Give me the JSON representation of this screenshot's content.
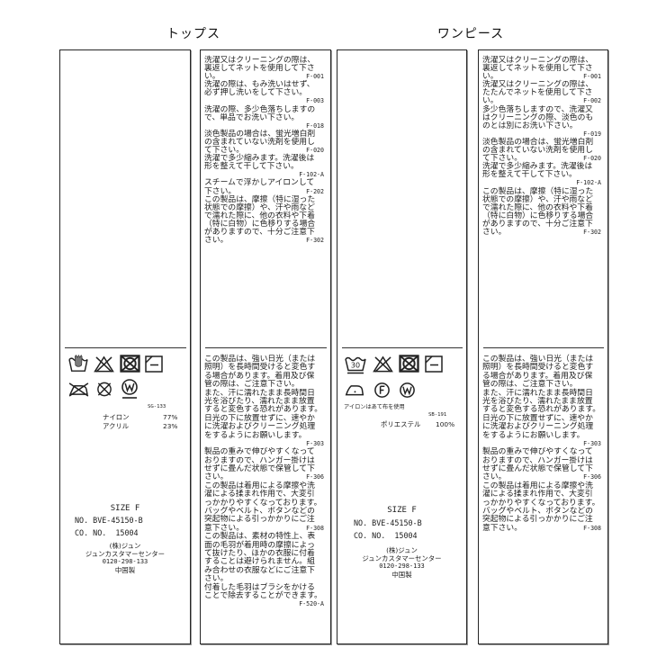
{
  "tops": {
    "title": "トップス",
    "care_label": {
      "care_symbols": [
        "hand-wash",
        "do-not-bleach",
        "do-not-tumble-dry",
        "dry-flat-in-shade",
        "do-not-iron",
        "do-not-dry-clean",
        "wet-clean-gentle"
      ],
      "material_code": "SG-133",
      "materials": [
        {
          "name": "ナイロン",
          "percent": "77%"
        },
        {
          "name": "アクリル",
          "percent": "23%"
        }
      ],
      "size": "SIZE F",
      "product_no": "NO. BVE-45150-B",
      "co_no": "CO. NO.  15004",
      "company": "(株)ジュン",
      "customer_center": "ジュンカスタマーセンター",
      "phone": "0120-298-133",
      "origin": "中国製"
    },
    "notes_label": {
      "upper": [
        {
          "text": "洗濯又はクリーニングの際は、",
          "code": ""
        },
        {
          "text": "裏返してネットを使用して下さ",
          "code": ""
        },
        {
          "text": "い。",
          "code": "F-001"
        },
        {
          "text": "洗濯の際は、もみ洗いはせず、",
          "code": ""
        },
        {
          "text": "必ず押し洗いをして下さい。",
          "code": ""
        },
        {
          "text": "",
          "code": "F-003"
        },
        {
          "text": "洗濯の際、多少色落ちしますの",
          "code": ""
        },
        {
          "text": "で、単品でお洗い下さい。",
          "code": ""
        },
        {
          "text": "",
          "code": "F-018"
        },
        {
          "text": "淡色製品の場合は、蛍光増白剤",
          "code": ""
        },
        {
          "text": "の含まれていない洗剤を使用し",
          "code": ""
        },
        {
          "text": "て下さい。",
          "code": "F-020"
        },
        {
          "text": "洗濯で多少縮みます。洗濯後は",
          "code": ""
        },
        {
          "text": "形を整えて干して下さい。",
          "code": ""
        },
        {
          "text": "",
          "code": "F-102-A"
        },
        {
          "text": "スチームで浮かしアイロンして",
          "code": ""
        },
        {
          "text": "下さい。",
          "code": "F-202"
        },
        {
          "text": "この製品は、摩擦（特に湿った",
          "code": ""
        },
        {
          "text": "状態での摩擦）や、汗や雨など",
          "code": ""
        },
        {
          "text": "で濡れた際に、他の衣料や下着",
          "code": ""
        },
        {
          "text": "（特に白物）に色移りする場合",
          "code": ""
        },
        {
          "text": "がありますので、十分ご注意下",
          "code": ""
        },
        {
          "text": "さい。",
          "code": "F-302"
        }
      ],
      "lower": [
        {
          "text": "この製品は、強い日光（または",
          "code": ""
        },
        {
          "text": "照明）を長時間受けると変色す",
          "code": ""
        },
        {
          "text": "る場合があります。着用及び保",
          "code": ""
        },
        {
          "text": "管の際は、ご注意下さい。",
          "code": ""
        },
        {
          "text": "また、汗に濡れたまま長時間日",
          "code": ""
        },
        {
          "text": "光を浴びたり、濡れたまま放置",
          "code": ""
        },
        {
          "text": "すると変色する恐れがあります。",
          "code": ""
        },
        {
          "text": "日光の下に放置せずに、速やか",
          "code": ""
        },
        {
          "text": "に洗濯およびクリーニング処理",
          "code": ""
        },
        {
          "text": "をするようにお願いします。",
          "code": ""
        },
        {
          "text": "",
          "code": "F-303"
        },
        {
          "text": "製品の重みで伸びやすくなって",
          "code": ""
        },
        {
          "text": "おりますので、ハンガー掛けは",
          "code": ""
        },
        {
          "text": "せずに畳んだ状態で保管して下",
          "code": ""
        },
        {
          "text": "さい。",
          "code": "F-306"
        },
        {
          "text": "この製品は着用による摩擦や洗",
          "code": ""
        },
        {
          "text": "濯による揉まれ作用で、大変引",
          "code": ""
        },
        {
          "text": "っかかりやすくなっております。",
          "code": ""
        },
        {
          "text": "バッグやベルト、ボタンなどの",
          "code": ""
        },
        {
          "text": "突起物による引っかかりにご注",
          "code": ""
        },
        {
          "text": "意下さい。",
          "code": "F-308"
        },
        {
          "text": "この製品は、素材の特性上、表",
          "code": ""
        },
        {
          "text": "面の毛羽が着用時の摩擦によっ",
          "code": ""
        },
        {
          "text": "て抜けたり、ほかの衣服に付着",
          "code": ""
        },
        {
          "text": "することは避けられません。組",
          "code": ""
        },
        {
          "text": "み合わせの衣服などにご注意下",
          "code": ""
        },
        {
          "text": "さい。",
          "code": ""
        },
        {
          "text": "付着した毛羽はブラシをかける",
          "code": ""
        },
        {
          "text": "ことで除去することができます。",
          "code": ""
        },
        {
          "text": "",
          "code": "F-520-A"
        }
      ]
    }
  },
  "onepiece": {
    "title": "ワンピース",
    "care_label": {
      "care_symbols": [
        "wash-30-gentle",
        "do-not-bleach",
        "do-not-tumble-dry",
        "dry-flat-in-shade",
        "iron-low",
        "dry-clean-petroleum",
        "wet-clean"
      ],
      "wash_temperature": "30",
      "iron_note": "アイロンはあて布を使用",
      "material_code": "SB-191",
      "materials": [
        {
          "name": "ポリエステル",
          "percent": "100%"
        }
      ],
      "size": "SIZE F",
      "product_no": "NO. BVE-45150-B",
      "co_no": "CO. NO.  15004",
      "company": "(株)ジュン",
      "customer_center": "ジュンカスタマーセンター",
      "phone": "0120-298-133",
      "origin": "中国製"
    },
    "notes_label": {
      "upper": [
        {
          "text": "洗濯又はクリーニングの際は、",
          "code": ""
        },
        {
          "text": "裏返してネットを使用して下さ",
          "code": ""
        },
        {
          "text": "い。",
          "code": "F-001"
        },
        {
          "text": "洗濯又はクリーニングの際は、",
          "code": ""
        },
        {
          "text": "たたんでネットを使用して下さ",
          "code": ""
        },
        {
          "text": "い。",
          "code": "F-002"
        },
        {
          "text": "多少色落ちしますので、洗濯又",
          "code": ""
        },
        {
          "text": "はクリーニングの際、淡色のも",
          "code": ""
        },
        {
          "text": "のとは別にお洗い下さい。",
          "code": ""
        },
        {
          "text": "",
          "code": "F-019"
        },
        {
          "text": "淡色製品の場合は、蛍光増白剤",
          "code": ""
        },
        {
          "text": "の含まれていない洗剤を使用し",
          "code": ""
        },
        {
          "text": "て下さい。",
          "code": "F-020"
        },
        {
          "text": "洗濯で多少縮みます。洗濯後は",
          "code": ""
        },
        {
          "text": "形を整えて干して下さい。",
          "code": ""
        },
        {
          "text": "",
          "code": "F-102-A"
        },
        {
          "text": "この製品は、摩擦（特に湿った",
          "code": ""
        },
        {
          "text": "状態での摩擦）や、汗や雨など",
          "code": ""
        },
        {
          "text": "で濡れた際に、他の衣料や下着",
          "code": ""
        },
        {
          "text": "（特に白物）に色移りする場合",
          "code": ""
        },
        {
          "text": "がありますので、十分ご注意下",
          "code": ""
        },
        {
          "text": "さい。",
          "code": "F-302"
        }
      ],
      "lower": [
        {
          "text": "この製品は、強い日光（または",
          "code": ""
        },
        {
          "text": "照明）を長時間受けると変色す",
          "code": ""
        },
        {
          "text": "る場合があります。着用及び保",
          "code": ""
        },
        {
          "text": "管の際は、ご注意下さい。",
          "code": ""
        },
        {
          "text": "また、汗に濡れたまま長時間日",
          "code": ""
        },
        {
          "text": "光を浴びたり、濡れたまま放置",
          "code": ""
        },
        {
          "text": "すると変色する恐れがあります。",
          "code": ""
        },
        {
          "text": "日光の下に放置せずに、速やか",
          "code": ""
        },
        {
          "text": "に洗濯およびクリーニング処理",
          "code": ""
        },
        {
          "text": "をするようにお願いします。",
          "code": ""
        },
        {
          "text": "",
          "code": "F-303"
        },
        {
          "text": "製品の重みで伸びやすくなって",
          "code": ""
        },
        {
          "text": "おりますので、ハンガー掛けは",
          "code": ""
        },
        {
          "text": "せずに畳んだ状態で保管して下",
          "code": ""
        },
        {
          "text": "さい。",
          "code": "F-306"
        },
        {
          "text": "この製品は着用による摩擦や洗",
          "code": ""
        },
        {
          "text": "濯による揉まれ作用で、大変引",
          "code": ""
        },
        {
          "text": "っかかりやすくなっております。",
          "code": ""
        },
        {
          "text": "バッグやベルト、ボタンなどの",
          "code": ""
        },
        {
          "text": "突起物による引っかかりにご注",
          "code": ""
        },
        {
          "text": "意下さい。",
          "code": "F-308"
        }
      ]
    }
  }
}
